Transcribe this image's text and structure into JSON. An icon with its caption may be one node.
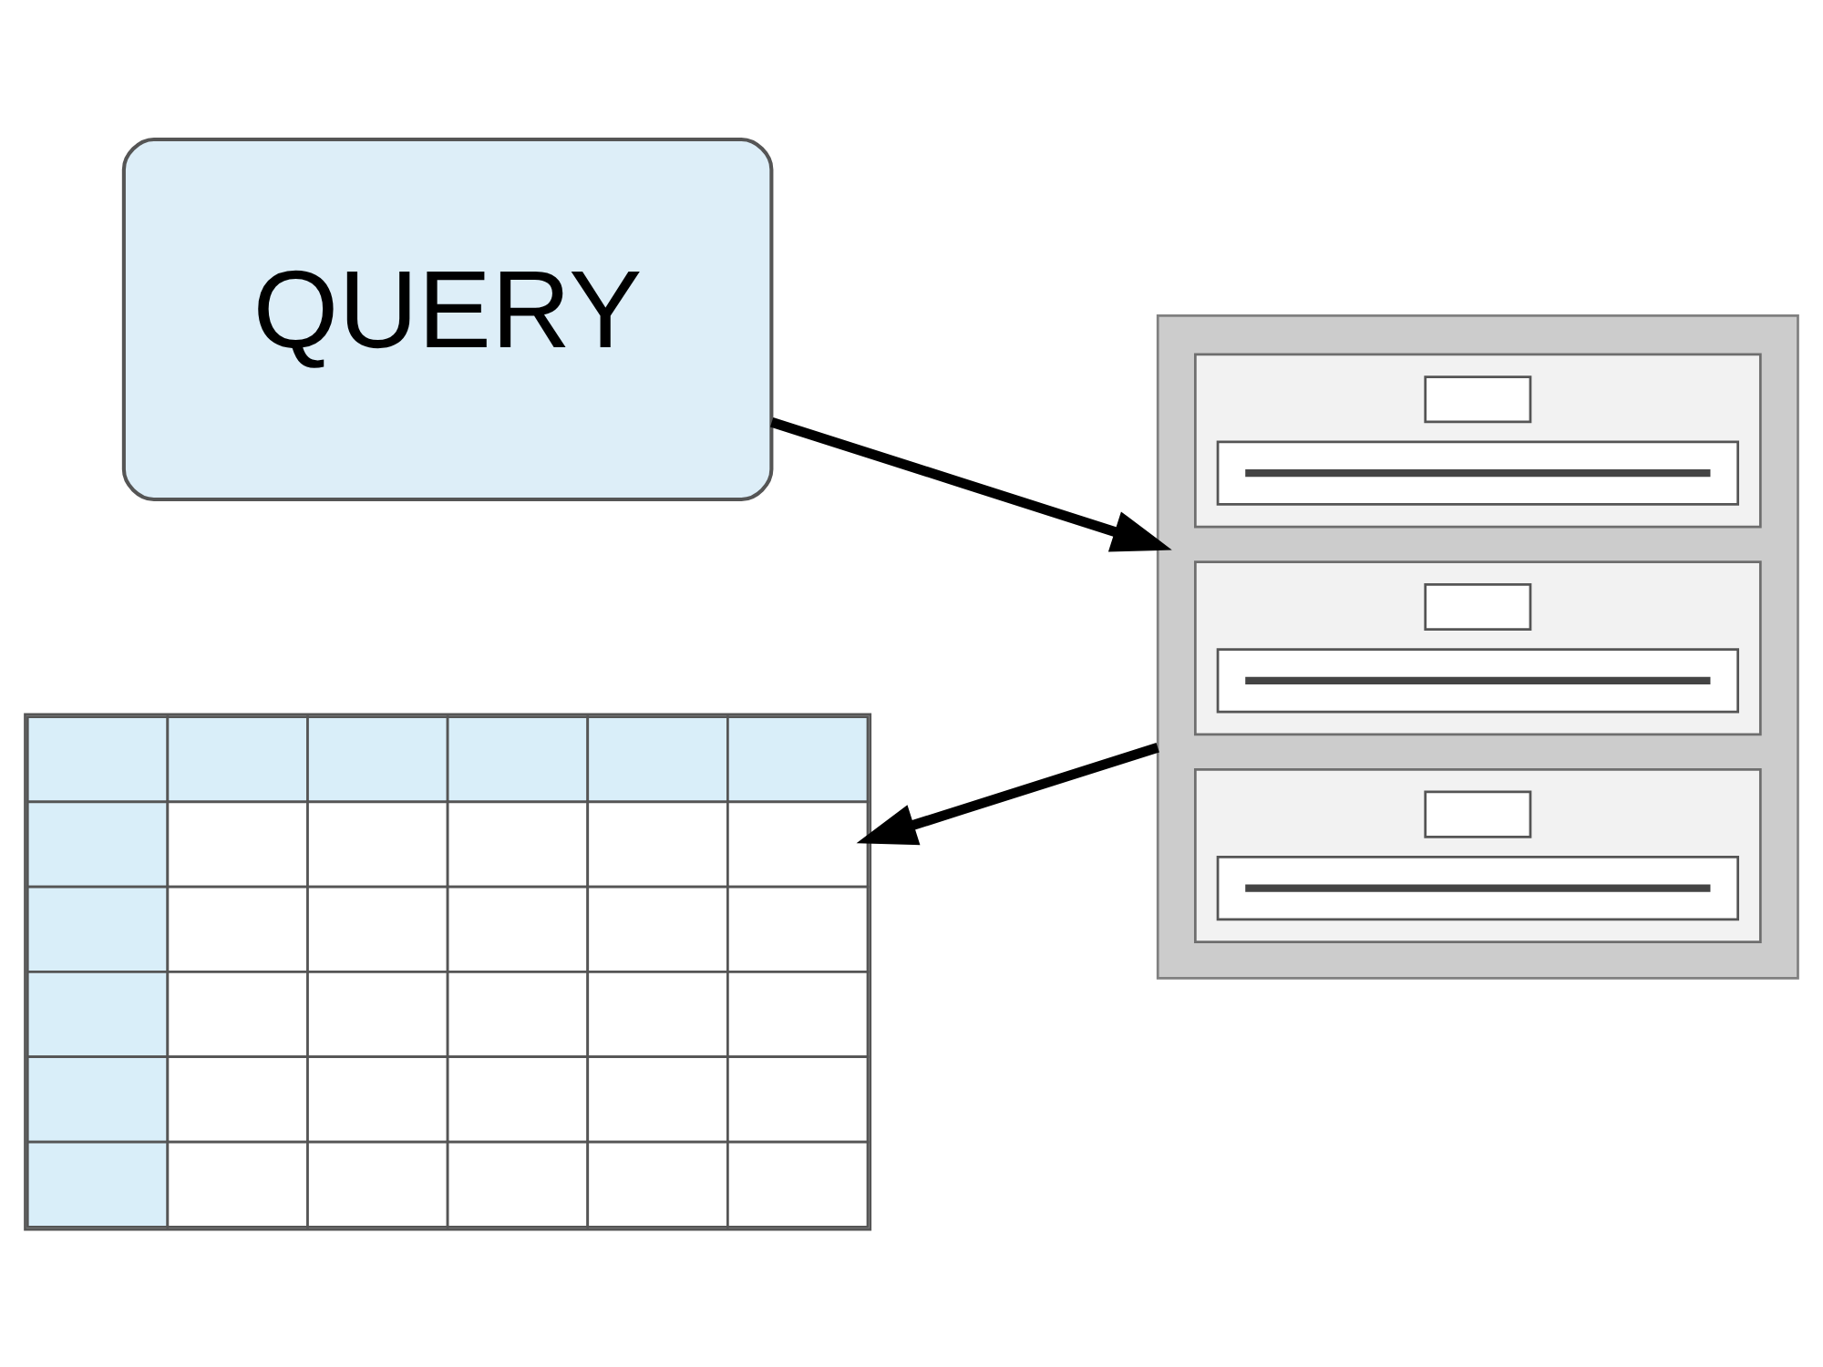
{
  "diagram": {
    "nodes": [
      {
        "text": [
          "QUERY"
        ]
      },
      {
        "text": [],
        "shape": "picture"
      },
      {
        "text": [],
        "shape": "table"
      }
    ],
    "edges": [
      {
        "from": 0,
        "to": 1,
        "arrow": "to"
      },
      {
        "from": 1,
        "to": 2,
        "arrow": "to"
      }
    ]
  }
}
